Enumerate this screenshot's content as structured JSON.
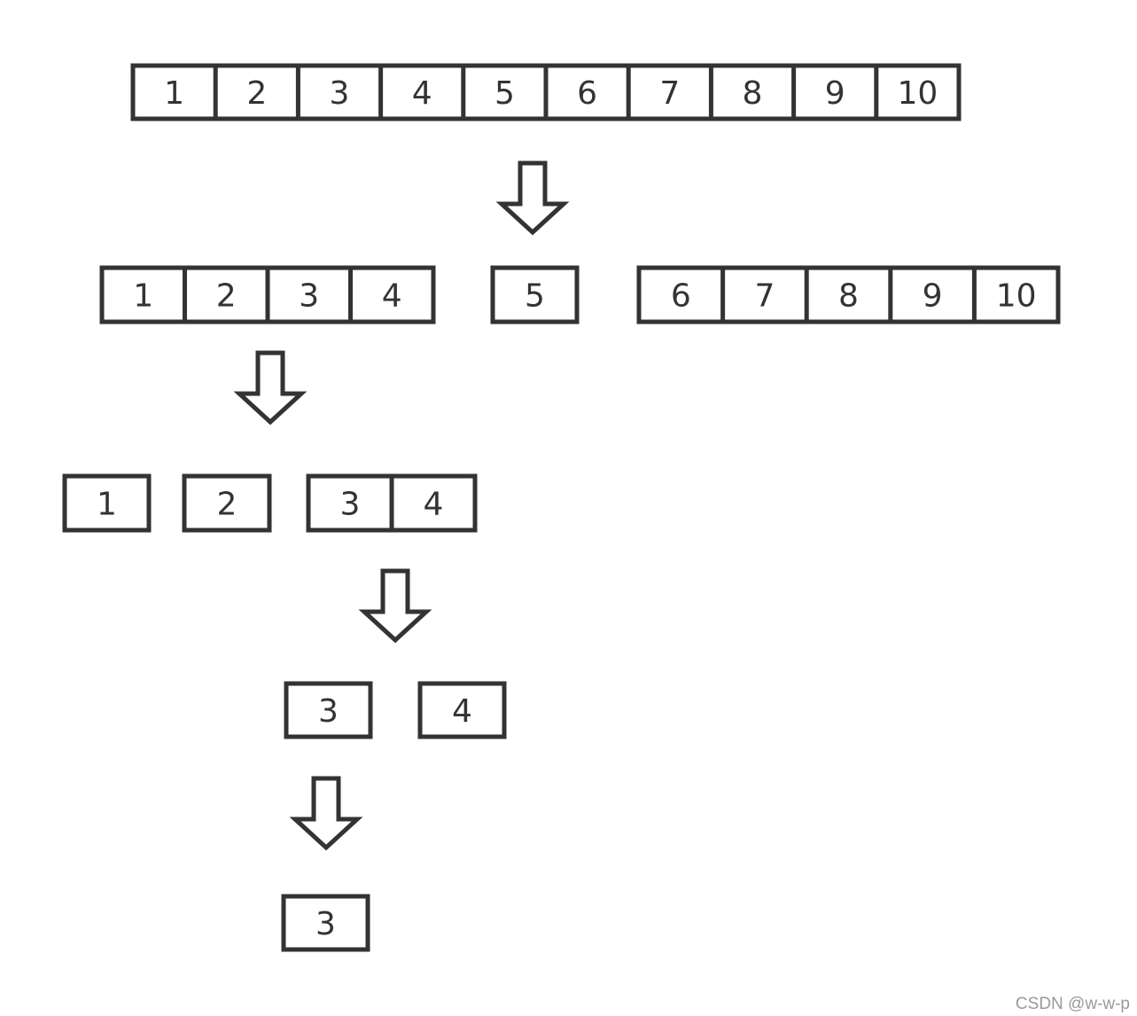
{
  "diagram": {
    "stroke_color": "#333333",
    "text_color": "#333333",
    "arrow_icon": "down-arrow-icon",
    "groups": [
      {
        "name": "array-full",
        "cells": [
          "1",
          "2",
          "3",
          "4",
          "5",
          "6",
          "7",
          "8",
          "9",
          "10"
        ]
      },
      {
        "name": "split-left",
        "cells": [
          "1",
          "2",
          "3",
          "4"
        ]
      },
      {
        "name": "split-pivot",
        "cells": [
          "5"
        ]
      },
      {
        "name": "split-right",
        "cells": [
          "6",
          "7",
          "8",
          "9",
          "10"
        ]
      },
      {
        "name": "subsplit-1",
        "cells": [
          "1"
        ]
      },
      {
        "name": "subsplit-2",
        "cells": [
          "2"
        ]
      },
      {
        "name": "subsplit-3-4",
        "cells": [
          "3",
          "4"
        ]
      },
      {
        "name": "single-3",
        "cells": [
          "3"
        ]
      },
      {
        "name": "single-4",
        "cells": [
          "4"
        ]
      },
      {
        "name": "result-3",
        "cells": [
          "3"
        ]
      }
    ]
  },
  "watermark": "CSDN @w-w-p"
}
